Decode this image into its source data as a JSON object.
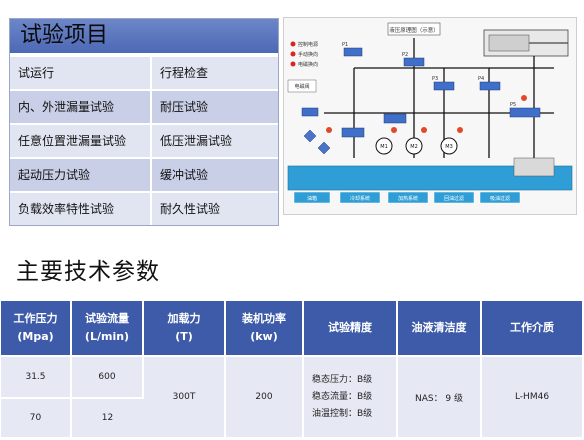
{
  "test_items": {
    "title": "试验项目",
    "rows": [
      [
        "试运行",
        "行程检查"
      ],
      [
        "内、外泄漏量试验",
        "耐压试验"
      ],
      [
        "任意位置泄漏量试验",
        "低压泄漏试验"
      ],
      [
        "起动压力试验",
        "缓冲试验"
      ],
      [
        "负载效率特性试验",
        "耐久性试验"
      ]
    ]
  },
  "schematic": {
    "title": "液压原理图（示意）",
    "legend": [
      "控制电源",
      "手动换向",
      "电磁换向"
    ],
    "tank_labels": [
      "油箱",
      "冷却系统",
      "加热系统",
      "回油过滤",
      "吸油过滤"
    ],
    "valve_labels": [
      "P1",
      "P2",
      "P3",
      "P4",
      "P5"
    ],
    "pump_labels": [
      "M1",
      "M2",
      "M3"
    ],
    "side_label": "电磁阀"
  },
  "params": {
    "heading": "主要技术参数",
    "headers": [
      {
        "name": "工作压力",
        "unit": "(Mpa)"
      },
      {
        "name": "试验流量",
        "unit": "(L/min)"
      },
      {
        "name": "加载力",
        "unit": "(T)"
      },
      {
        "name": "装机功率",
        "unit": "(kw)"
      },
      {
        "name": "试验精度",
        "unit": ""
      },
      {
        "name": "油液清洁度",
        "unit": ""
      },
      {
        "name": "工作介质",
        "unit": ""
      }
    ],
    "row1": {
      "pressure": "31.5",
      "flow": "600"
    },
    "row2": {
      "pressure": "70",
      "flow": "12"
    },
    "load": "300T",
    "power": "200",
    "accuracy": [
      "稳态压力：B级",
      "稳态流量：B级",
      "油温控制：B级"
    ],
    "cleanliness": "NAS：  9 级",
    "medium": "L-HM46"
  },
  "colors": {
    "header_blue": "#3d5ba8",
    "panel_blue": "#5a74bd",
    "row_light": "#e1e5f1",
    "row_dark": "#c8cfe6",
    "tank_blue": "#2f9ed6"
  }
}
